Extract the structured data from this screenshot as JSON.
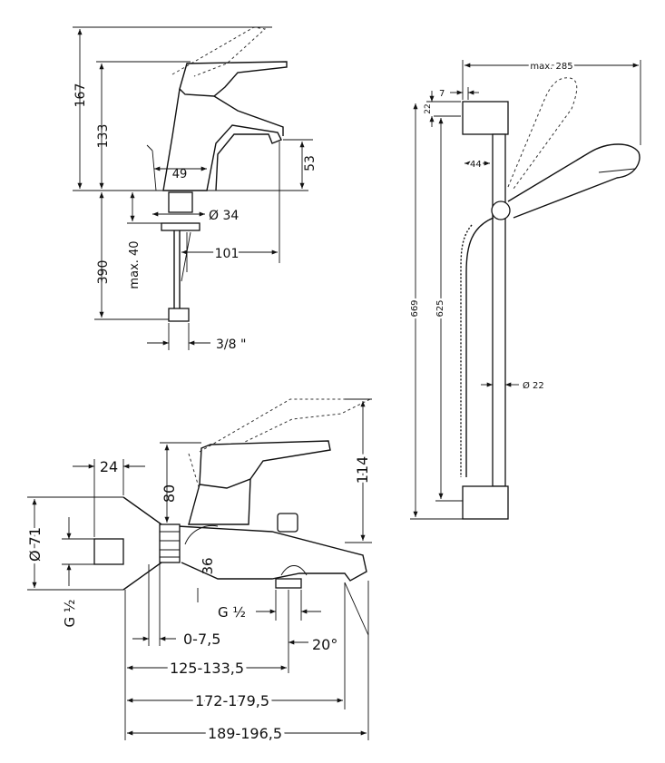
{
  "figure_a": {
    "dims": {
      "d167": "167",
      "d133": "133",
      "d53": "53",
      "d49": "49",
      "d34": "Ø 34",
      "d101": "101",
      "d390": "390",
      "d40": "max. 40",
      "d38": "3/8 \""
    }
  },
  "figure_b": {
    "dims": {
      "d285": "max. 285",
      "d7": "7",
      "d22top": "22",
      "d669": "669",
      "d625": "625",
      "d44": "44",
      "d22dia": "Ø 22"
    }
  },
  "figure_c": {
    "dims": {
      "d24": "24",
      "d80": "80",
      "d114": "114",
      "d71": "Ø 71",
      "dG1": "G ½",
      "d36": "36",
      "dG2": "G ½",
      "d075": "0-7,5",
      "d20": "20°",
      "d125": "125-133,5",
      "d172": "172-179,5",
      "d189": "189-196,5"
    }
  }
}
